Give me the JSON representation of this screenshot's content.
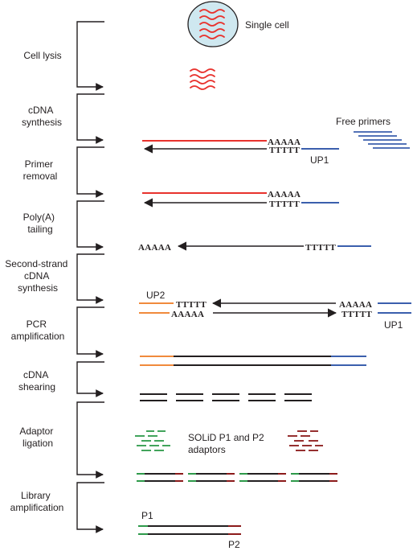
{
  "stages": [
    {
      "lines": [
        "Cell lysis"
      ]
    },
    {
      "lines": [
        "cDNA",
        "synthesis"
      ]
    },
    {
      "lines": [
        "Primer",
        "removal"
      ]
    },
    {
      "lines": [
        "Poly(A)",
        "tailing"
      ]
    },
    {
      "lines": [
        "Second-strand",
        "cDNA",
        "synthesis"
      ]
    },
    {
      "lines": [
        "PCR",
        "amplification"
      ]
    },
    {
      "lines": [
        "cDNA",
        "shearing"
      ]
    },
    {
      "lines": [
        "Adaptor",
        "ligation"
      ]
    },
    {
      "lines": [
        "Library",
        "amplification"
      ]
    }
  ],
  "labels": {
    "single_cell": "Single cell",
    "free_primers": "Free primers",
    "up1": "UP1",
    "up2": "UP2",
    "adaptors_line1": "SOLiD P1 and P2",
    "adaptors_line2": "adaptors",
    "p1": "P1",
    "p2": "P2"
  },
  "sequences": {
    "poly_a": "AAAAA",
    "poly_t": "TTTTT"
  },
  "colors": {
    "mrna": "#e8322d",
    "cdna": "#231f20",
    "primer": "#3b5fad",
    "up2": "#f08a3c",
    "p1_adaptor": "#2e9a4a",
    "p2_adaptor": "#8b1a1a",
    "cell_fill": "#cfe8f0"
  }
}
